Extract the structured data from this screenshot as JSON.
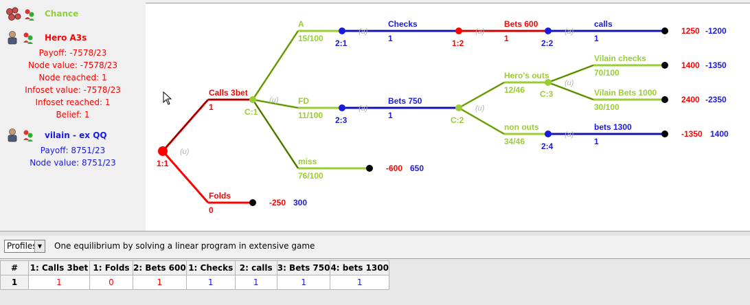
{
  "players": {
    "chance": {
      "name": "Chance",
      "color": "#8fce3e"
    },
    "hero": {
      "name": "Hero A3s",
      "color": "#ff0000",
      "stats": [
        "Payoff: -7578/23",
        "Node value: -7578/23",
        "Node reached: 1",
        "Infoset value: -7578/23",
        "Infoset reached: 1",
        "Belief: 1"
      ]
    },
    "villain": {
      "name": "vilain - ex QQ",
      "color": "#1a1adc",
      "stats": [
        "Payoff: 8751/23",
        "Node value: 8751/23"
      ]
    }
  },
  "tree": {
    "nodes": {
      "root": "1:1",
      "c1": "C:1",
      "n21": "2:1",
      "n12": "1:2",
      "n22": "2:2",
      "n23": "2:3",
      "c2": "C:2",
      "c3": "C:3",
      "n24": "2:4"
    },
    "actions": {
      "calls3bet": {
        "label": "Calls 3bet",
        "prob": "1"
      },
      "folds": {
        "label": "Folds",
        "prob": "0"
      },
      "a": {
        "label": "A",
        "prob": "15/100"
      },
      "fd": {
        "label": "FD",
        "prob": "11/100"
      },
      "miss": {
        "label": "miss",
        "prob": "76/100"
      },
      "checks": {
        "label": "Checks",
        "prob": "1"
      },
      "bets600": {
        "label": "Bets 600",
        "prob": "1"
      },
      "calls": {
        "label": "calls",
        "prob": "1"
      },
      "bets750": {
        "label": "Bets 750",
        "prob": "1"
      },
      "herosouts": {
        "label": "Hero's outs",
        "prob": "12/46"
      },
      "nonouts": {
        "label": "non outs",
        "prob": "34/46"
      },
      "vchecks": {
        "label": "Vilain checks",
        "prob": "70/100"
      },
      "vbets1000": {
        "label": "Vilain Bets 1000",
        "prob": "30/100"
      },
      "bets1300": {
        "label": "bets 1300",
        "prob": "1"
      }
    },
    "info_marks": [
      "(u)",
      "(a)",
      "(a)",
      "(a)",
      "(a)",
      "(u)",
      "(u)",
      "(u)",
      "(a)"
    ],
    "payoffs": {
      "folds": {
        "p1": "-250",
        "p2": "300"
      },
      "miss": {
        "p1": "-600",
        "p2": "650"
      },
      "calls": {
        "p1": "1250",
        "p2": "-1200"
      },
      "vchecks": {
        "p1": "1400",
        "p2": "-1350"
      },
      "vbets1000": {
        "p1": "2400",
        "p2": "-2350"
      },
      "bets1300": {
        "p1": "-1350",
        "p2": "1400"
      }
    }
  },
  "profiles_bar": {
    "select_value": "Profiles",
    "status": "One equilibrium by solving a linear program in extensive game"
  },
  "grid": {
    "headers": [
      "#",
      "1: Calls 3bet",
      "1: Folds",
      "2: Bets 600",
      "1: Checks",
      "2: calls",
      "3: Bets 750",
      "4: bets 1300"
    ],
    "rows": [
      {
        "index": "1",
        "values": [
          "1",
          "0",
          "1",
          "1",
          "1",
          "1",
          "1"
        ],
        "players": [
          1,
          1,
          1,
          2,
          2,
          2,
          2
        ]
      }
    ]
  }
}
